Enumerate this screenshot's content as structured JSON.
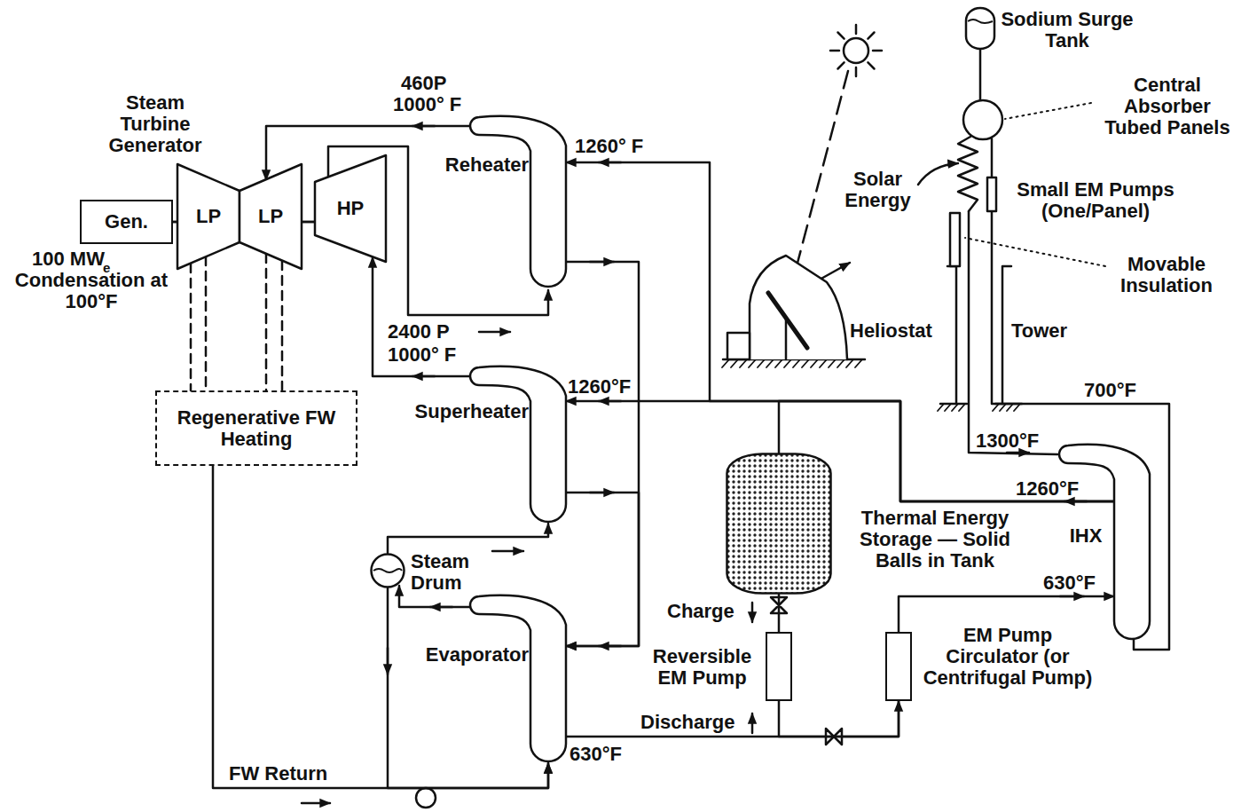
{
  "diagram": {
    "nodes": [
      {
        "text": [
          "Gen."
        ]
      },
      {
        "text": [
          "LP"
        ]
      },
      {
        "text": [
          "LP"
        ]
      },
      {
        "text": [
          "HP"
        ]
      },
      {
        "text": [
          "Regenerative FW Heating"
        ]
      },
      {
        "text": [
          "Reheater"
        ]
      },
      {
        "text": [
          "Superheater"
        ]
      },
      {
        "text": [
          "Steam Drum"
        ]
      },
      {
        "text": [
          "Evaporator"
        ]
      },
      {
        "text": [
          "Thermal Energy Storage — Solid Balls in Tank"
        ]
      },
      {
        "text": [
          "Reversible EM Pump"
        ]
      },
      {
        "text": [
          "EM Pump Circulator (or Centrifugal Pump)"
        ]
      },
      {
        "text": [
          "IHX"
        ]
      },
      {
        "text": [
          "Sodium Surge Tank"
        ]
      }
    ],
    "edges": [
      {
        "from": 0,
        "to": 1,
        "arrow": "none"
      },
      {
        "from": 2,
        "to": 3,
        "arrow": "none"
      },
      {
        "from": 1,
        "to": 4,
        "arrow": "none"
      },
      {
        "from": 2,
        "to": 4,
        "arrow": "none"
      },
      {
        "from": 5,
        "to": 2,
        "arrow": "to"
      },
      {
        "from": 3,
        "to": 5,
        "arrow": "to"
      },
      {
        "from": 6,
        "to": 3,
        "arrow": "to"
      },
      {
        "from": 7,
        "to": 6,
        "arrow": "to"
      },
      {
        "from": 8,
        "to": 7,
        "arrow": "to"
      },
      {
        "from": 7,
        "to": 8,
        "arrow": "to"
      },
      {
        "from": 4,
        "to": 8,
        "label": "FW Return",
        "arrow": "to"
      },
      {
        "from": 12,
        "to": 5,
        "arrow": "to"
      },
      {
        "from": 12,
        "to": 6,
        "arrow": "to"
      },
      {
        "from": 12,
        "to": 9,
        "arrow": "none"
      },
      {
        "from": 5,
        "to": 8,
        "arrow": "to"
      },
      {
        "from": 6,
        "to": 8,
        "arrow": "to"
      },
      {
        "from": 8,
        "to": 11,
        "arrow": "to"
      },
      {
        "from": 11,
        "to": 12,
        "arrow": "to"
      },
      {
        "from": 9,
        "to": 10,
        "arrow": "none"
      },
      {
        "from": 10,
        "to": 11,
        "arrow": "none"
      }
    ],
    "labels": [
      "460P",
      "1000° F",
      "1260° F",
      "Steam Turbine Generator",
      "100 MW",
      "e",
      "Condensation at 100°F",
      "2400 P",
      "1000° F",
      "1260°F",
      "Solar Energy",
      "Central Absorber Tubed Panels",
      "Small EM Pumps (One/Panel)",
      "Movable Insulation",
      "Heliostat",
      "Tower",
      "700°F",
      "1300°F",
      "1260°F",
      "630°F",
      "Charge",
      "Discharge",
      "630°F"
    ]
  }
}
